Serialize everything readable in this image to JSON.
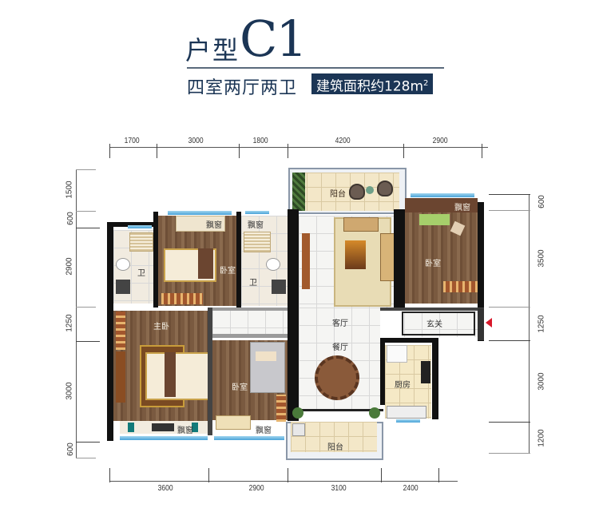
{
  "header": {
    "title_prefix": "户型",
    "title_code": "C1",
    "subtitle": "四室两厅两卫",
    "area_label": "建筑面积约128m",
    "area_sup": "2"
  },
  "colors": {
    "brand_navy": "#1b3555",
    "wall": "#111111",
    "wood_floor": "#7a5a40",
    "tile_floor": "#f5f5f3",
    "balcony_floor": "#f3e7c8",
    "window": "#4ba4d8",
    "entry_arrow": "#d8182a"
  },
  "dimensions": {
    "top": [
      "1700",
      "3000",
      "1800",
      "4200",
      "2900"
    ],
    "bottom": [
      "3600",
      "2900",
      "3100",
      "2400"
    ],
    "left": [
      "1500",
      "600",
      "2900",
      "1250",
      "3000",
      "600"
    ],
    "right": [
      "600",
      "3500",
      "1250",
      "3000",
      "1200"
    ]
  },
  "rooms": {
    "balcony_top": "阳台",
    "bay_window_bed2": "飘窗",
    "bay_window_bath2": "飘窗",
    "bath1": "卫",
    "bedroom_2": "卧室",
    "bath2": "卫",
    "bedroom_ne": "卧室",
    "bay_window_ne": "飘窗",
    "living_room": "客厅",
    "foyer": "玄关",
    "dining_room": "餐厅",
    "master_bedroom": "主卧",
    "bedroom_sw": "卧室",
    "kitchen": "厨房",
    "bay_window_master": "飘窗",
    "bay_window_sw": "飘窗",
    "balcony_bottom": "阳台"
  }
}
